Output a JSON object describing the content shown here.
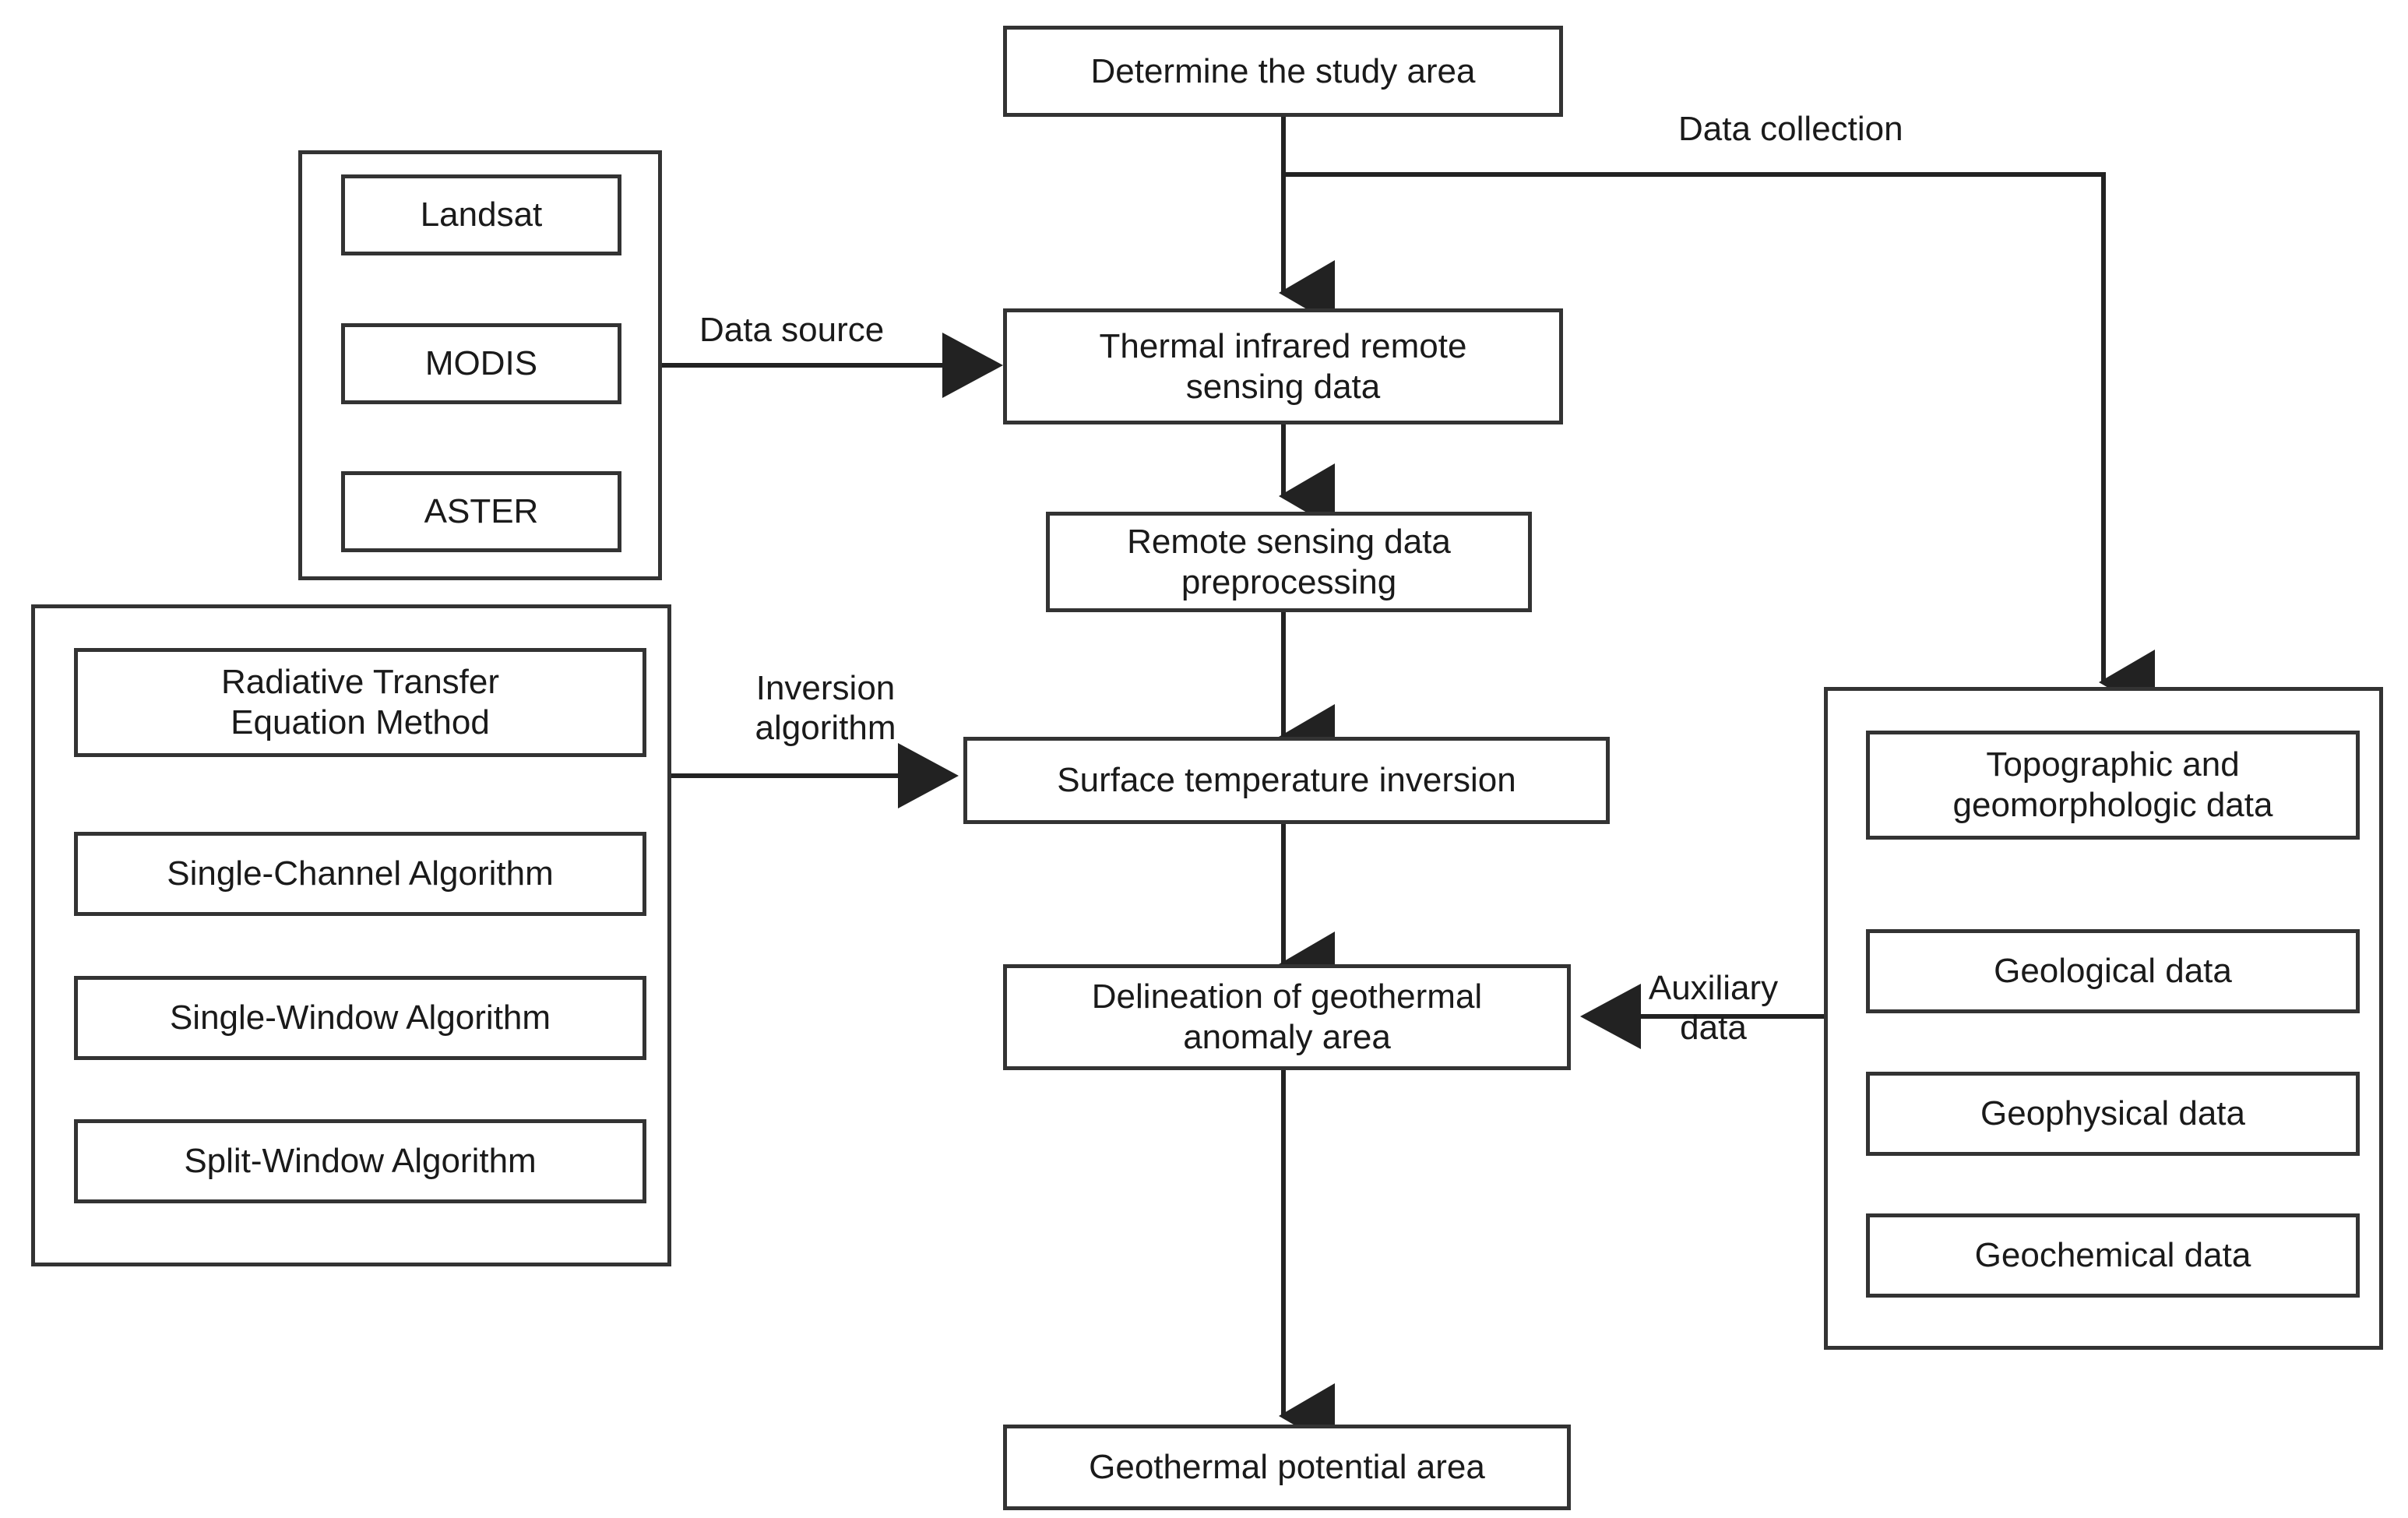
{
  "diagram": {
    "title": "Thermal infrared remote sensing geothermal workflow",
    "line_color": "#333333",
    "text_color": "#1a1a1a",
    "background": "#ffffff"
  },
  "main_flow": {
    "step_1": "Determine the study area",
    "step_2": "Thermal infrared remote\nsensing data",
    "step_3": "Remote sensing data\npreprocessing",
    "step_4": "Surface temperature inversion",
    "step_5": "Delineation of geothermal\nanomaly area",
    "step_6": "Geothermal potential area"
  },
  "data_source_group": {
    "items": [
      {
        "label": "Landsat"
      },
      {
        "label": "MODIS"
      },
      {
        "label": "ASTER"
      }
    ]
  },
  "inversion_algorithm_group": {
    "items": [
      {
        "label": "Radiative Transfer\nEquation  Method"
      },
      {
        "label": "Single-Channel Algorithm"
      },
      {
        "label": "Single-Window Algorithm"
      },
      {
        "label": "Split-Window Algorithm"
      }
    ]
  },
  "auxiliary_data_group": {
    "items": [
      {
        "label": "Topographic and\ngeomorphologic data"
      },
      {
        "label": "Geological data"
      },
      {
        "label": "Geophysical data"
      },
      {
        "label": "Geochemical data"
      }
    ]
  },
  "edge_labels": {
    "data_collection": "Data collection",
    "data_source": "Data source",
    "inversion_algorithm": "Inversion\nalgorithm",
    "auxiliary_data": "Auxiliary\ndata"
  }
}
